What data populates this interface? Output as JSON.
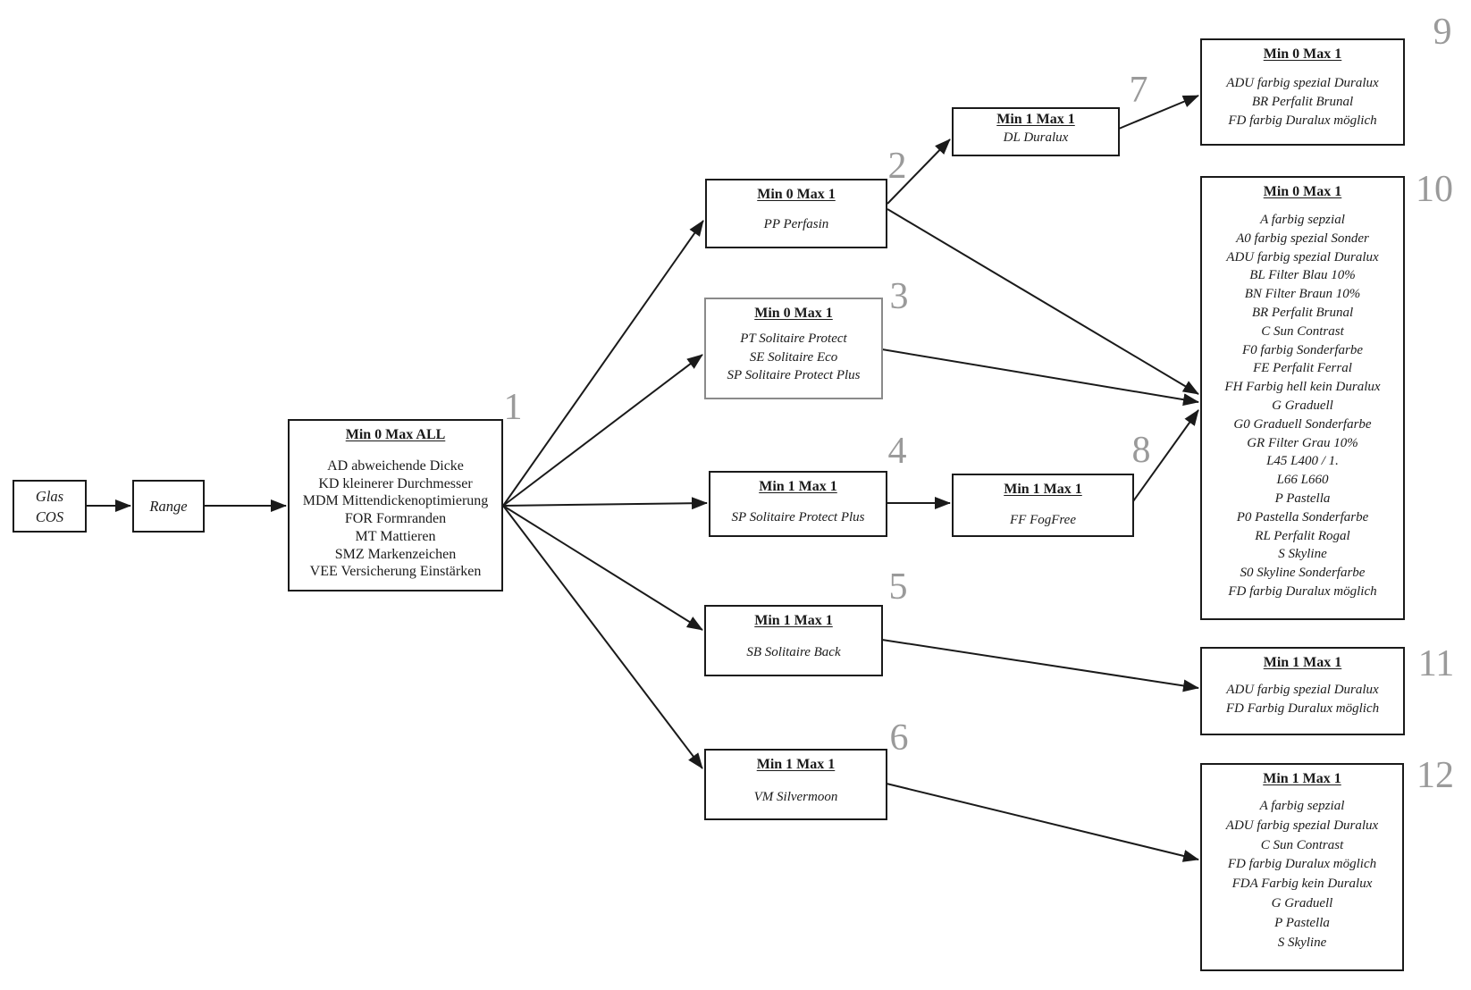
{
  "colors": {
    "line": "#1a1a1a",
    "number_gray": "#9a9a9a",
    "box3_border": "#8a8a8a",
    "background": "#ffffff"
  },
  "nodes": {
    "glas": {
      "items": [
        "Glas",
        "COS"
      ]
    },
    "range": {
      "items": [
        "Range"
      ]
    },
    "box1": {
      "number": "1",
      "header": "Min 0 Max ALL",
      "items": [
        "AD abweichende Dicke",
        "KD kleinerer Durchmesser",
        "MDM Mittendickenoptimierung",
        "FOR Formranden",
        "MT Mattieren",
        "SMZ Markenzeichen",
        "VEE Versicherung Einstärken"
      ]
    },
    "box2": {
      "number": "2",
      "header": "Min 0 Max 1",
      "items": [
        "PP Perfasin"
      ]
    },
    "box3": {
      "number": "3",
      "header": "Min 0 Max 1",
      "items": [
        "PT Solitaire Protect",
        "SE Solitaire Eco",
        "SP Solitaire Protect Plus"
      ]
    },
    "box4": {
      "number": "4",
      "header": "Min 1 Max 1",
      "items": [
        "SP Solitaire Protect Plus"
      ]
    },
    "box5": {
      "number": "5",
      "header": "Min 1 Max 1",
      "items": [
        "SB Solitaire Back"
      ]
    },
    "box6": {
      "number": "6",
      "header": "Min 1 Max 1",
      "items": [
        "VM Silvermoon"
      ]
    },
    "box7": {
      "number": "7",
      "header": "Min 1 Max 1",
      "items": [
        "DL Duralux"
      ]
    },
    "box8": {
      "number": "8",
      "header": "Min 1 Max 1",
      "items": [
        "FF FogFree"
      ]
    },
    "box9": {
      "number": "9",
      "header": "Min 0 Max 1",
      "items": [
        "ADU farbig spezial Duralux",
        "BR Perfalit Brunal",
        "FD farbig Duralux möglich"
      ]
    },
    "box10": {
      "number": "10",
      "header": "Min 0 Max 1",
      "items": [
        "A farbig sepzial",
        "A0 farbig spezial Sonder",
        "ADU farbig spezial Duralux",
        "BL Filter Blau 10%",
        "BN Filter Braun 10%",
        "BR Perfalit Brunal",
        "C Sun Contrast",
        "F0 farbig Sonderfarbe",
        "FE Perfalit Ferral",
        "FH Farbig hell kein Duralux",
        "G Graduell",
        "G0 Graduell Sonderfarbe",
        "GR Filter Grau 10%",
        "L45 L400 / 1.",
        "L66 L660",
        "P Pastella",
        "P0 Pastella Sonderfarbe",
        "RL Perfalit Rogal",
        "S Skyline",
        "S0 Skyline Sonderfarbe",
        "FD farbig Duralux möglich"
      ]
    },
    "box11": {
      "number": "11",
      "header": "Min 1 Max 1",
      "items": [
        "ADU farbig spezial Duralux",
        "FD Farbig Duralux möglich"
      ]
    },
    "box12": {
      "number": "12",
      "header": "Min 1 Max 1",
      "items": [
        "A farbig sepzial",
        "ADU farbig spezial Duralux",
        "C Sun Contrast",
        "FD farbig Duralux möglich",
        "FDA Farbig kein Duralux",
        "G Graduell",
        "P Pastella",
        "S Skyline"
      ]
    }
  }
}
